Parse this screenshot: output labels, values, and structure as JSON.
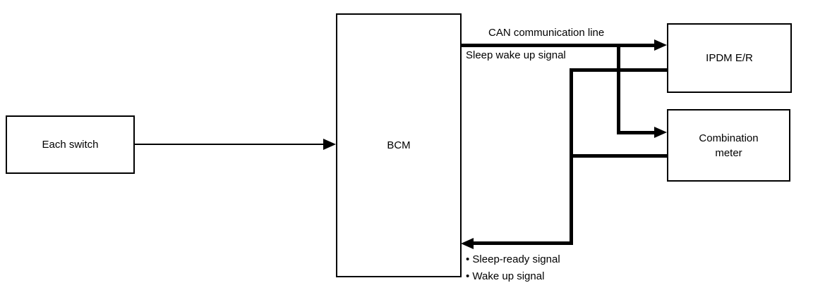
{
  "colors": {
    "background": "#ffffff",
    "line": "#000000",
    "text": "#000000"
  },
  "nodes": {
    "each_switch": {
      "label": "Each switch"
    },
    "bcm": {
      "label": "BCM"
    },
    "ipdm": {
      "label": "IPDM E/R"
    },
    "combination_meter": {
      "label": "Combination meter"
    }
  },
  "edge_labels": {
    "can_communication": "CAN communication line",
    "sleep_wake_up": "Sleep wake up signal",
    "sleep_ready": "• Sleep-ready signal",
    "wake_up": "• Wake up signal"
  },
  "edges": [
    {
      "from": "each_switch",
      "to": "bcm",
      "style": "thin-arrow"
    },
    {
      "from": "bcm",
      "to": "ipdm",
      "style": "thick-arrow"
    },
    {
      "from": "bcm",
      "to": "combination_meter",
      "style": "thick-arrow"
    },
    {
      "from": "ipdm",
      "to": "bcm",
      "style": "thick-line-merged-return"
    },
    {
      "from": "combination_meter",
      "to": "bcm",
      "style": "thick-line-merged-return"
    }
  ]
}
